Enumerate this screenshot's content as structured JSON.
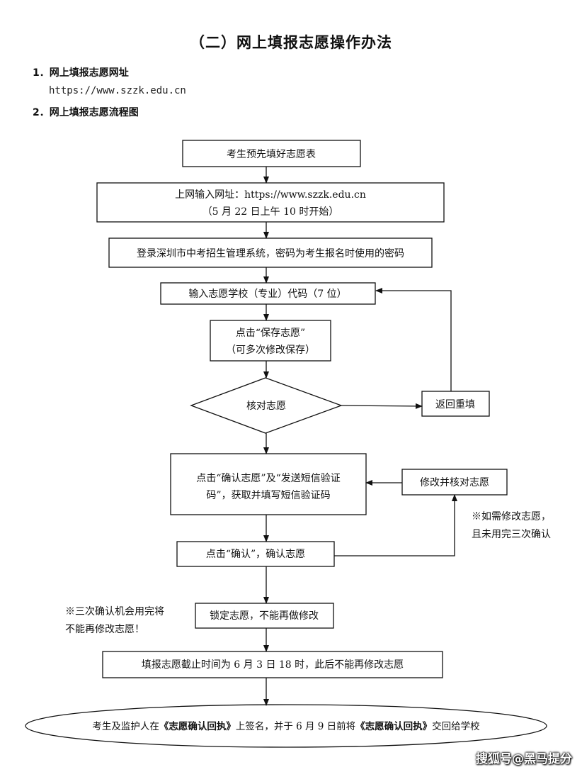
{
  "title": "（二）网上填报志愿操作办法",
  "sections": [
    {
      "label": "1．网上填报志愿网址",
      "content": "https://www.szzk.edu.cn"
    },
    {
      "label": "2．网上填报志愿流程图"
    }
  ],
  "flow": {
    "step1": "考生预先填好志愿表",
    "step2_line1": "上网输入网址：https://www.szzk.edu.cn",
    "step2_line2": "（5 月 22 日上午 10 时开始）",
    "step3": "登录深圳市中考招生管理系统，密码为考生报名时使用的密码",
    "step4": "输入志愿学校（专业）代码（7 位）",
    "step5_line1": "点击“保存志愿”",
    "step5_line2": "（可多次修改保存）",
    "decision": "核对志愿",
    "return_box": "返回重填",
    "step6_line1": "点击“确认志愿”及“发送短信验证",
    "step6_line2": "码”，获取并填写短信验证码",
    "modify_box": "修改并核对志愿",
    "note_right_line1": "※如需修改志愿，",
    "note_right_line2": "且未用完三次确认",
    "step7": "点击“确认”，确认志愿",
    "note_left_line1": "※三次确认机会用完将",
    "note_left_line2": "不能再修改志愿！",
    "step8": "锁定志愿，不能再做修改",
    "step9": "填报志愿截止时间为 6 月 3 日 18 时，此后不能再修改志愿",
    "final_part1": "考生及监护人在",
    "final_bold1": "《志愿确认回执》",
    "final_part2": "上签名，并于 6 月 9 日前将",
    "final_bold2": "《志愿确认回执》",
    "final_part3": "交回给学校"
  },
  "watermark": "搜狐号@黑马提分"
}
